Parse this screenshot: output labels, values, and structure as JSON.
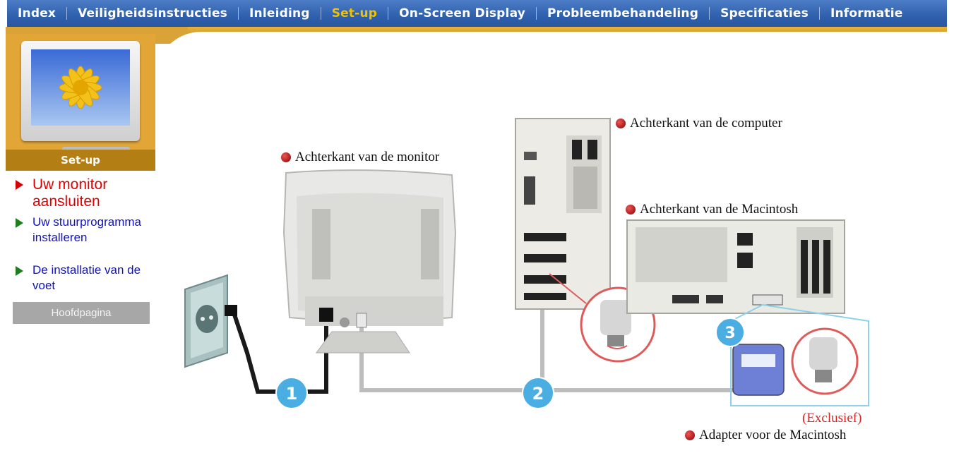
{
  "nav": {
    "items": [
      {
        "label": "Index"
      },
      {
        "label": "Veiligheidsinstructies"
      },
      {
        "label": "Inleiding"
      },
      {
        "label": "Set-up",
        "active": true
      },
      {
        "label": "On-Screen Display"
      },
      {
        "label": "Probleembehandeling"
      },
      {
        "label": "Specificaties"
      },
      {
        "label": "Informatie"
      }
    ],
    "active_color": "#f2c200"
  },
  "sidebar": {
    "section_title": "Set-up",
    "links": [
      {
        "label": "Uw monitor aansluiten",
        "current": true
      },
      {
        "label": "Uw stuurprogramma installeren"
      },
      {
        "label": "De installatie van de voet"
      }
    ],
    "home_label": "Hoofdpagina"
  },
  "diagram": {
    "monitor_rear": "Achterkant van de monitor",
    "computer_rear": "Achterkant van de computer",
    "mac_rear": "Achterkant van de Macintosh",
    "exclusive_note": "(Exclusief)",
    "mac_adapter": "Adapter voor de Macintosh",
    "step_badges": [
      "1",
      "2",
      "3"
    ]
  },
  "colors": {
    "nav_blue": "#2f60ad",
    "gold": "#d9a337",
    "link_blue": "#1212c8",
    "link_red": "#e00000",
    "badge_blue": "#4aaee2"
  }
}
